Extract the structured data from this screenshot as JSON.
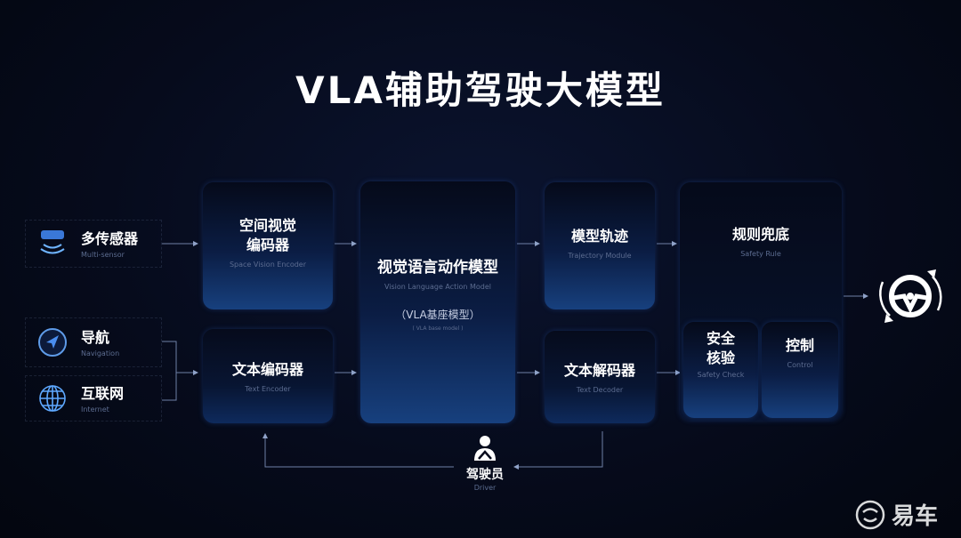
{
  "title": "VLA辅助驾驶大模型",
  "inputs": [
    {
      "zh": "多传感器",
      "en": "Multi-sensor",
      "icon": "sensor-icon"
    },
    {
      "zh": "导航",
      "en": "Navigation",
      "icon": "navigation-icon"
    },
    {
      "zh": "互联网",
      "en": "Internet",
      "icon": "globe-icon"
    }
  ],
  "encoders": {
    "space": {
      "zh1": "空间视觉",
      "zh2": "编码器",
      "en": "Space Vision Encoder"
    },
    "text": {
      "zh": "文本编码器",
      "en": "Text Encoder"
    }
  },
  "vla": {
    "zh": "视觉语言动作模型",
    "en": "Vision Language Action Model",
    "sub_zh": "（VLA基座模型）",
    "sub_en": "( VLA base model )"
  },
  "decoders": {
    "trajectory": {
      "zh": "模型轨迹",
      "en": "Trajectory Module"
    },
    "text": {
      "zh": "文本解码器",
      "en": "Text Decoder"
    }
  },
  "safety": {
    "rule": {
      "zh": "规则兜底",
      "en": "Safety Rule"
    },
    "check": {
      "zh1": "安全",
      "zh2": "核验",
      "en": "Safety Check"
    },
    "control": {
      "zh": "控制",
      "en": "Control"
    }
  },
  "driver": {
    "zh": "驾驶员",
    "en": "Driver"
  },
  "watermark": "易车",
  "colors": {
    "accent": "#17407e",
    "background": "#060b1c"
  }
}
